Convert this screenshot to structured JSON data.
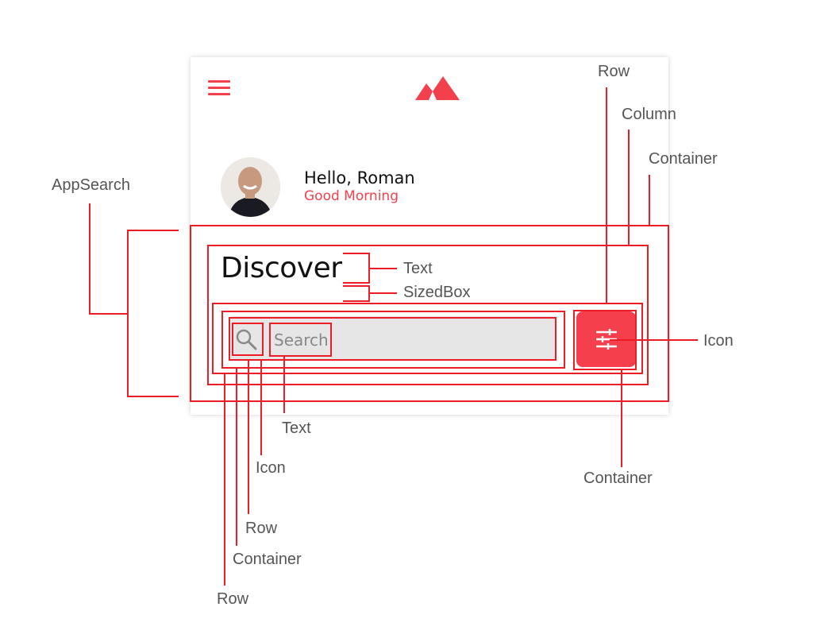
{
  "app": {
    "greeting_title": "Hello, Roman",
    "greeting_subtitle": "Good Morning",
    "heading": "Discover",
    "search_placeholder": "Search",
    "accent_color": "#f2404d",
    "icons": [
      "menu-icon",
      "mountain-logo-icon",
      "search-icon",
      "tune-filter-icon"
    ]
  },
  "annotations": {
    "appsearch": "AppSearch",
    "row_top": "Row",
    "column": "Column",
    "container_outer": "Container",
    "text_discover": "Text",
    "sizedbox": "SizedBox",
    "icon_filter": "Icon",
    "text_search": "Text",
    "icon_search": "Icon",
    "row_inner": "Row",
    "container_search": "Container",
    "row_bottom": "Row",
    "container_filter": "Container"
  }
}
